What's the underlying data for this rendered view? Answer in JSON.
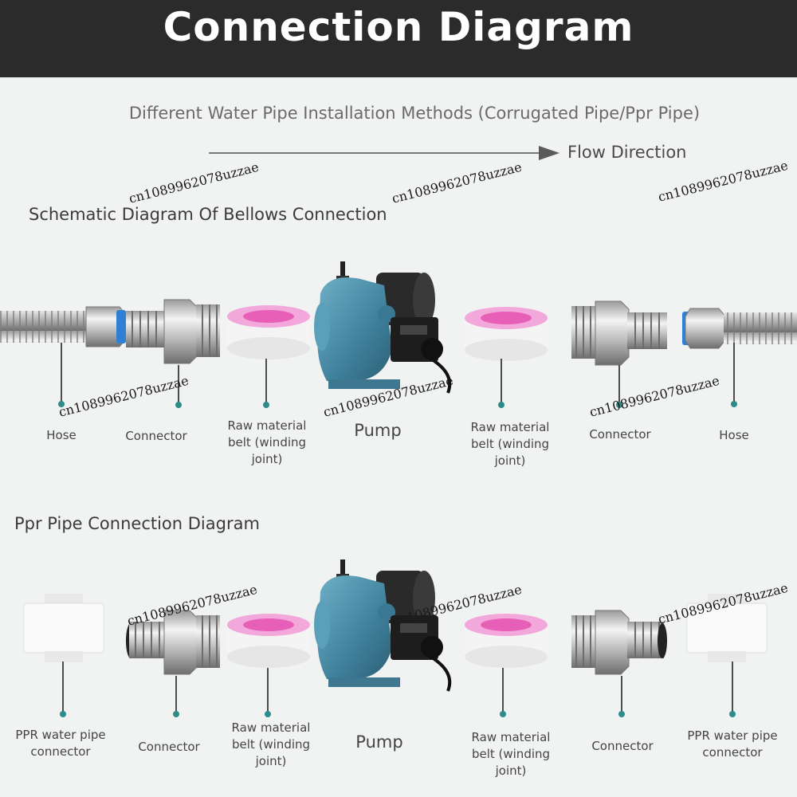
{
  "header": {
    "title": "Connection Diagram"
  },
  "subtitle": "Different Water Pipe Installation Methods (Corrugated Pipe/Ppr Pipe)",
  "flow_label": "Flow Direction",
  "bellows": {
    "title": "Schematic Diagram Of Bellows Connection",
    "labels": {
      "hose_left": "Hose",
      "connector_left": "Connector",
      "belt_left_l1": "Raw material",
      "belt_left_l2": "belt (winding",
      "belt_left_l3": "joint)",
      "pump": "Pump",
      "belt_right_l1": "Raw material",
      "belt_right_l2": "belt (winding",
      "belt_right_l3": "joint)",
      "connector_right": "Connector",
      "hose_right": "Hose"
    }
  },
  "ppr": {
    "title": "Ppr Pipe Connection Diagram",
    "labels": {
      "ppr_left_l1": "PPR water pipe",
      "ppr_left_l2": "connector",
      "connector_left": "Connector",
      "belt_left_l1": "Raw material",
      "belt_left_l2": "belt (winding",
      "belt_left_l3": "joint)",
      "pump": "Pump",
      "belt_right_l1": "Raw material",
      "belt_right_l2": "belt (winding",
      "belt_right_l3": "joint)",
      "connector_right": "Connector",
      "ppr_right_l1": "PPR water pipe",
      "ppr_right_l2": "connector"
    }
  },
  "watermark": "cn1089962078uzzae",
  "colors": {
    "banner": "#2b2b2b",
    "dot": "#2b8c8a",
    "pump": "#4f8fa8",
    "tape": "#e85fb8"
  }
}
